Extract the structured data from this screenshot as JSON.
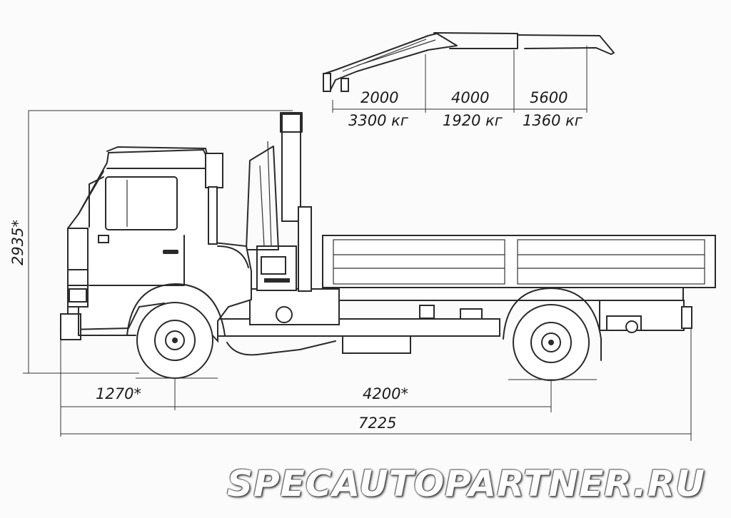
{
  "crane": {
    "reach_labels": [
      "2000",
      "4000",
      "5600"
    ],
    "capacity_labels": [
      "3300 кг",
      "1920 кг",
      "1360 кг"
    ]
  },
  "dimensions": {
    "height": "2935*",
    "front_overhang": "1270*",
    "wheelbase": "4200*",
    "overall_length": "7225"
  },
  "watermark": "SPECAUTOPARTNER.RU"
}
